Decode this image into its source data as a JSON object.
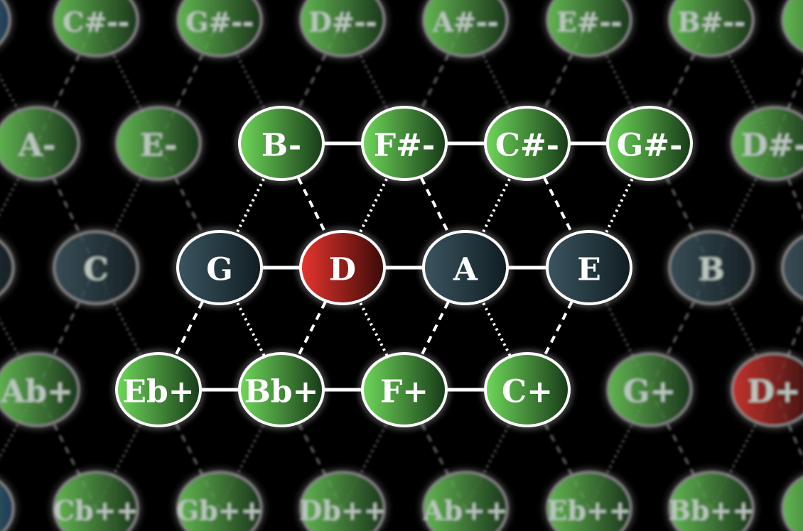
{
  "colors": {
    "background": "#000000",
    "green_light": "#6fd85a",
    "green_dark": "#173a18",
    "slate_light": "#3b5560",
    "slate_dark": "#101d22",
    "red_light": "#e8352e",
    "red_dark": "#3a0a08",
    "blue_dark": "#1b3a66",
    "edge": "#ffffff",
    "edge_dim": "#8a8a8a"
  },
  "rows": [
    {
      "type": "top-faded",
      "nodes": [
        {
          "label": "",
          "style": "blue",
          "focus": false
        },
        {
          "label": "C#--",
          "style": "green",
          "focus": false
        },
        {
          "label": "G#--",
          "style": "green",
          "focus": false
        },
        {
          "label": "D#--",
          "style": "green",
          "focus": false
        },
        {
          "label": "A#--",
          "style": "green",
          "focus": false
        },
        {
          "label": "E#--",
          "style": "green",
          "focus": false
        },
        {
          "label": "B#--",
          "style": "green",
          "focus": false
        },
        {
          "label": "",
          "style": "green",
          "focus": false
        }
      ]
    },
    {
      "type": "minor",
      "nodes": [
        {
          "label": "A-",
          "style": "green",
          "focus": false
        },
        {
          "label": "E-",
          "style": "green",
          "focus": false
        },
        {
          "label": "B-",
          "style": "green",
          "focus": true
        },
        {
          "label": "F#-",
          "style": "green",
          "focus": true
        },
        {
          "label": "C#-",
          "style": "green",
          "focus": true
        },
        {
          "label": "G#-",
          "style": "green",
          "focus": true
        },
        {
          "label": "D#-",
          "style": "green",
          "focus": false
        }
      ]
    },
    {
      "type": "major",
      "nodes": [
        {
          "label": "",
          "style": "slate",
          "focus": false
        },
        {
          "label": "C",
          "style": "slate",
          "focus": false
        },
        {
          "label": "G",
          "style": "slate",
          "focus": true
        },
        {
          "label": "D",
          "style": "red",
          "focus": true
        },
        {
          "label": "A",
          "style": "slate",
          "focus": true
        },
        {
          "label": "E",
          "style": "slate",
          "focus": true
        },
        {
          "label": "B",
          "style": "slate",
          "focus": false
        },
        {
          "label": "",
          "style": "slate",
          "focus": false
        }
      ]
    },
    {
      "type": "augmented",
      "nodes": [
        {
          "label": "Ab+",
          "style": "green",
          "focus": false
        },
        {
          "label": "Eb+",
          "style": "green",
          "focus": true
        },
        {
          "label": "Bb+",
          "style": "green",
          "focus": true
        },
        {
          "label": "F+",
          "style": "green",
          "focus": true
        },
        {
          "label": "C+",
          "style": "green",
          "focus": true
        },
        {
          "label": "G+",
          "style": "green",
          "focus": false
        },
        {
          "label": "D+",
          "style": "red",
          "focus": false
        }
      ]
    },
    {
      "type": "bottom-faded",
      "nodes": [
        {
          "label": "",
          "style": "blue",
          "focus": false
        },
        {
          "label": "Cb++",
          "style": "green",
          "focus": false
        },
        {
          "label": "Gb++",
          "style": "green",
          "focus": false
        },
        {
          "label": "Db++",
          "style": "green",
          "focus": false
        },
        {
          "label": "Ab++",
          "style": "green",
          "focus": false
        },
        {
          "label": "Eb++",
          "style": "green",
          "focus": false
        },
        {
          "label": "Bb++",
          "style": "green",
          "focus": false
        },
        {
          "label": "",
          "style": "green",
          "focus": false
        }
      ]
    }
  ]
}
